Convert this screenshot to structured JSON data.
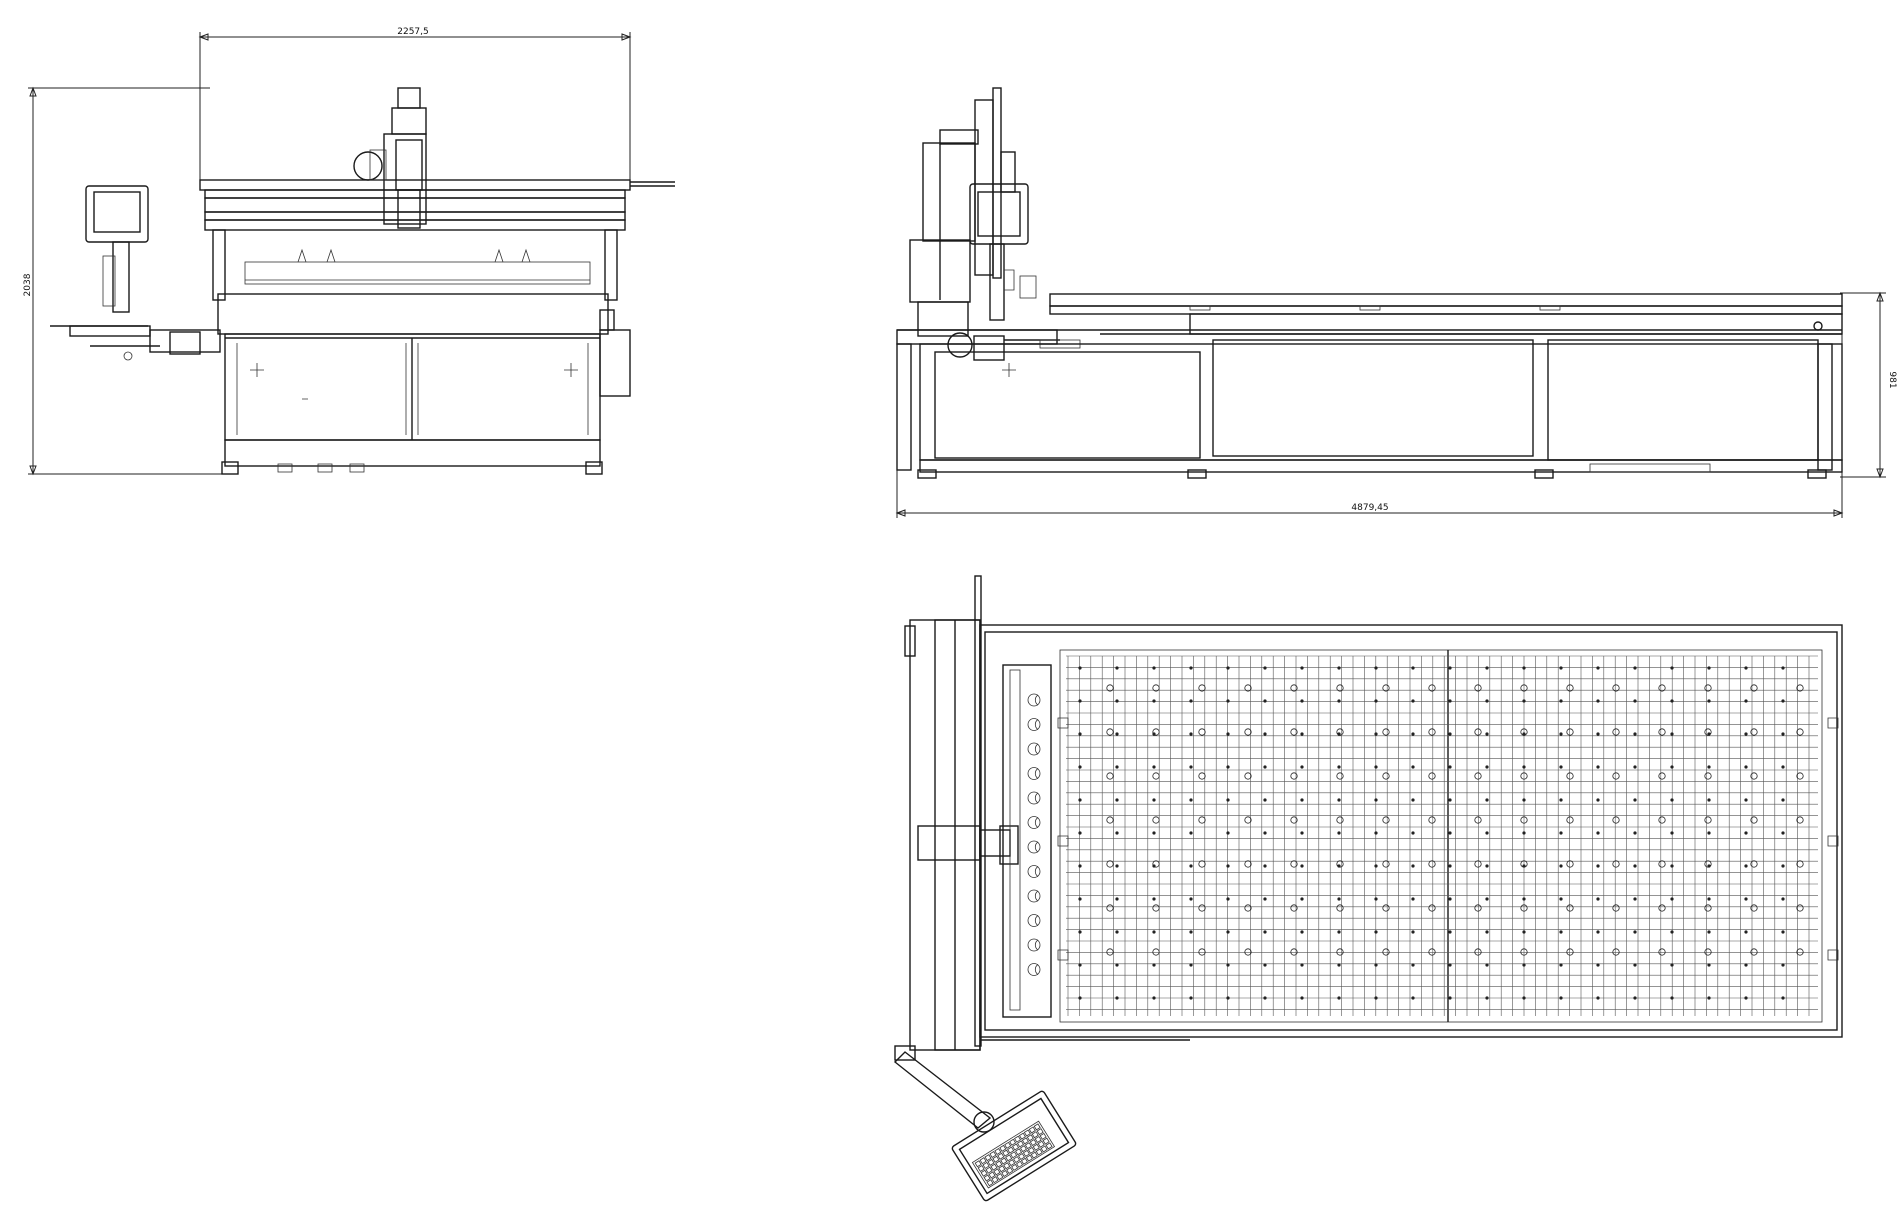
{
  "dimensions": {
    "front_width": "2257,5",
    "front_height": "2038",
    "side_length": "4879,45",
    "side_height": "981"
  },
  "colors": {
    "line": "#1a1a1a",
    "background": "#ffffff"
  }
}
